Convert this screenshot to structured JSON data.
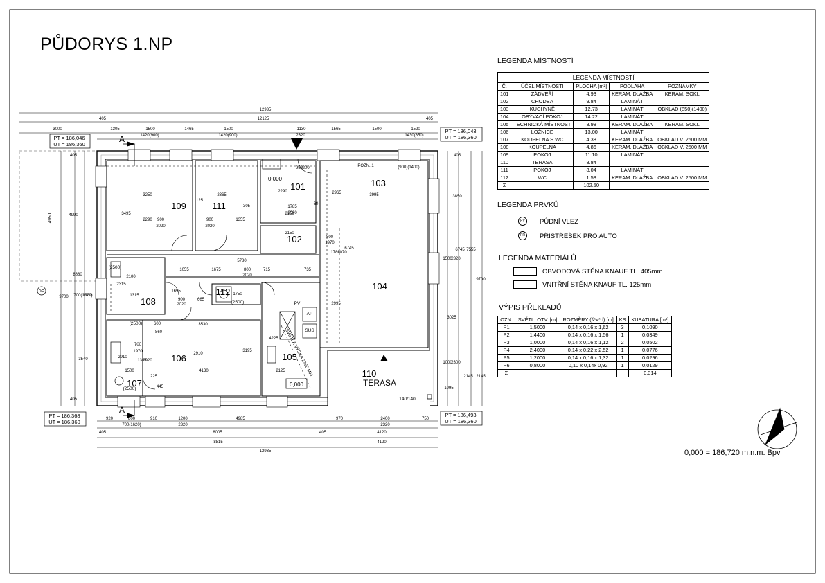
{
  "title": "PŮDORYS 1.NP",
  "legend_rooms": {
    "heading": "LEGENDA MÍSTNOSTÍ",
    "table_title": "LEGENDA MÍSTNOSTÍ",
    "columns": [
      "Č.",
      "ÚČEL MÍSTNOSTI",
      "PLOCHA [m²]",
      "PODLAHA",
      "POZNÁMKY"
    ],
    "rows": [
      [
        "101",
        "ZÁDVEŘÍ",
        "4,93",
        "KERAM. DLAŽBA",
        "KERAM. SOKL"
      ],
      [
        "102",
        "CHODBA",
        "9.84",
        "LAMINÁT",
        ""
      ],
      [
        "103",
        "KUCHYNĚ",
        "12.73",
        "LAMINÁT",
        "OBKLAD (850)(1400)"
      ],
      [
        "104",
        "OBÝVACÍ POKOJ",
        "14.22",
        "LAMINÁT",
        ""
      ],
      [
        "105",
        "TECHNICKÁ MÍSTNOST",
        "8.98",
        "KERAM. DLAŽBA",
        "KERAM. SOKL"
      ],
      [
        "106",
        "LOŽNICE",
        "13.00",
        "LAMINÁT",
        ""
      ],
      [
        "107",
        "KOUPELNA S WC",
        "4.38",
        "KERAM. DLAŽBA",
        "OBKLAD V. 2500 MM"
      ],
      [
        "108",
        "KOUPELNA",
        "4.86",
        "KERAM. DLAŽBA",
        "OBKLAD V. 2500 MM"
      ],
      [
        "109",
        "POKOJ",
        "11.10",
        "LAMINÁT",
        ""
      ],
      [
        "110",
        "TERASA",
        "8.84",
        "",
        ""
      ],
      [
        "111",
        "POKOJ",
        "8.04",
        "LAMINÁT",
        ""
      ],
      [
        "112",
        "WC",
        "1.58",
        "KERAM. DLAŽBA",
        "OBKLAD V. 2500 MM"
      ],
      [
        "Σ",
        "",
        "102.50",
        "",
        ""
      ]
    ]
  },
  "legend_elements": {
    "heading": "LEGENDA PRVKŮ",
    "items": [
      {
        "symbol": "PV",
        "label": "PŮDNÍ VLEZ"
      },
      {
        "symbol": "PŘ",
        "label": "PŘÍSTŘEŠEK PRO AUTO"
      }
    ]
  },
  "legend_materials": {
    "heading": "LEGENDA MATERIÁLŮ",
    "items": [
      {
        "label": "OBVODOVÁ STĚNA KNAUF TL. 405mm"
      },
      {
        "label": "VNITŘNÍ STĚNA KNAUF TL. 125mm"
      }
    ]
  },
  "lintels": {
    "heading": "VÝPIS PŘEKLADŮ",
    "columns": [
      "OZN.",
      "SVĚTL. OTV. [m]",
      "ROZMĚRY (š*v*d) [m]",
      "KS",
      "KUBATURA [m³]"
    ],
    "rows": [
      [
        "P1",
        "1,5000",
        "0,14 x 0,16 x 1,62",
        "3",
        "0,1090"
      ],
      [
        "P2",
        "1,4400",
        "0,14 x 0,16 x 1,56",
        "1",
        "0,0349"
      ],
      [
        "P3",
        "1,0000",
        "0,14 x 0,16 x 1,12",
        "2",
        "0,0502"
      ],
      [
        "P4",
        "2,4000",
        "0,14 x 0,22 x 2,52",
        "1",
        "0,0776"
      ],
      [
        "P5",
        "1,2000",
        "0,14 x 0,16 x 1,32",
        "1",
        "0,0296"
      ],
      [
        "P6",
        "0,8000",
        "0,10 x 0,14x 0,92",
        "1",
        "0,0129"
      ],
      [
        "Σ",
        "",
        "",
        "",
        "0.314"
      ]
    ]
  },
  "datum": "0,000 = 186,720 m.n.m. Bpv",
  "plan": {
    "rooms": [
      {
        "id": "109",
        "label": "109"
      },
      {
        "id": "111",
        "label": "111"
      },
      {
        "id": "101",
        "label": "101"
      },
      {
        "id": "103",
        "label": "103"
      },
      {
        "id": "102",
        "label": "102"
      },
      {
        "id": "104",
        "label": "104"
      },
      {
        "id": "108",
        "label": "108"
      },
      {
        "id": "112",
        "label": "112"
      },
      {
        "id": "106",
        "label": "106"
      },
      {
        "id": "105",
        "label": "105"
      },
      {
        "id": "107",
        "label": "107"
      },
      {
        "id": "110",
        "label": "110"
      }
    ],
    "terrace_label": "TERASA",
    "level_marks": [
      "0,000",
      "0,000"
    ],
    "section_marks": [
      "A",
      "A"
    ],
    "corner_heights": [
      [
        "PT = 186,046",
        "UT = 186,360"
      ],
      [
        "PT = 186,043",
        "UT = 186,360"
      ],
      [
        "PT = 186,368",
        "UT = 186,360"
      ],
      [
        "PT = 186,493",
        "UT = 186,360"
      ]
    ],
    "dims_top": [
      "12935",
      "405",
      "12125",
      "405",
      "3000",
      "1305",
      "1500",
      "1465",
      "1500",
      "1130",
      "1565",
      "1500",
      "1520",
      "1420(900)",
      "1420(900)",
      "2320",
      "1430(850)"
    ],
    "dims_bottom": [
      "920",
      "800",
      "910",
      "1200",
      "4985",
      "970",
      "2400",
      "750",
      "700(1620)",
      "2320",
      "2320",
      "405",
      "8005",
      "405",
      "4120",
      "8815",
      "4120",
      "12935"
    ],
    "dims_left": [
      "405",
      "4990",
      "9700",
      "8880",
      "1200",
      "700(1620)",
      "3540",
      "405"
    ],
    "dims_right": [
      "405",
      "3850",
      "9700",
      "6745",
      "7555",
      "1500",
      "2320",
      "3025",
      "1000",
      "2300",
      "2145",
      "2145",
      "1095"
    ],
    "dims_interior": [
      "3250",
      "2365",
      "2290",
      "1355",
      "900",
      "2020",
      "900",
      "2020",
      "3495",
      "5780",
      "1675",
      "715",
      "735",
      "2150",
      "2150",
      "1785",
      "2080",
      "305",
      "3995",
      "2965",
      "950",
      "2200",
      "2290",
      "800",
      "1970",
      "1055",
      "800",
      "2020",
      "1655",
      "900",
      "2020",
      "665",
      "1750",
      "2100",
      "2315",
      "1315",
      "3530",
      "2910",
      "4130",
      "3195",
      "4225",
      "2125",
      "700",
      "1970",
      "1500",
      "2910",
      "1365",
      "2020",
      "2995",
      "6745",
      "1786",
      "2070",
      "125",
      "60",
      "600",
      "860",
      "225",
      "445"
    ],
    "annotations": [
      "POZN. 1",
      "(900)(1400)",
      "(2500)",
      "(2500)",
      "(2500)",
      "(2500)",
      "140/140",
      "AP",
      "SUŠ",
      "SVĚTLÁ VÝŠKA 2360 MM",
      "PV",
      "PŘ",
      "4950"
    ]
  }
}
